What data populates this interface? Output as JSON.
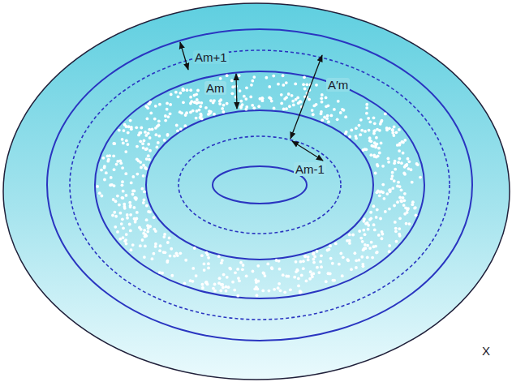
{
  "diagram": {
    "labels": [
      "Am+1",
      "Am",
      "A′m",
      "Am-1",
      "X"
    ]
  }
}
